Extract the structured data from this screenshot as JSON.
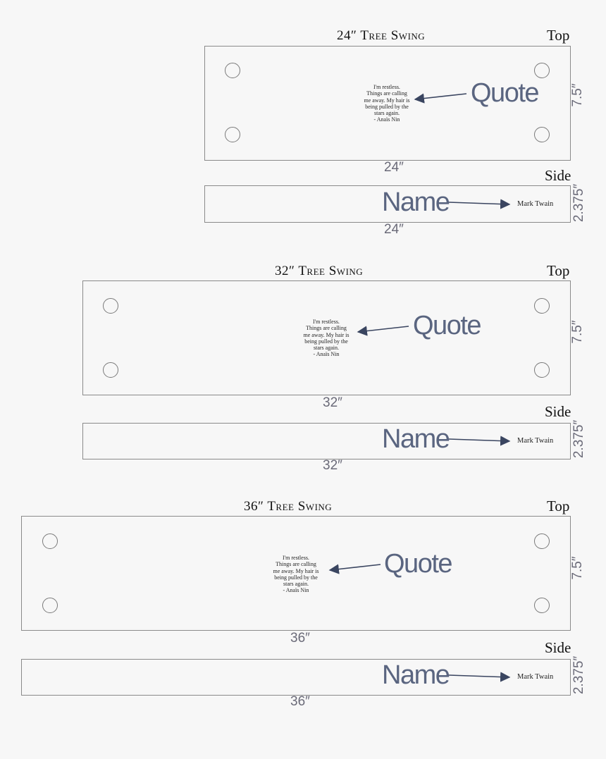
{
  "swings": [
    {
      "title": "24″ Tree Swing",
      "top_label": "Top",
      "side_label": "Side",
      "quote_callout": "Quote",
      "name_callout": "Name",
      "quote_lines": [
        "I'm restless.",
        "Things are calling",
        "me away. My hair is",
        "being pulled by the",
        "stars again.",
        "- Anaïs Nin"
      ],
      "name_text": "Mark Twain",
      "width_dim_top": "24″",
      "width_dim_side": "24″",
      "height_dim_top": "7.5″",
      "height_dim_side": "2.375″"
    },
    {
      "title": "32″ Tree Swing",
      "top_label": "Top",
      "side_label": "Side",
      "quote_callout": "Quote",
      "name_callout": "Name",
      "quote_lines": [
        "I'm restless.",
        "Things are calling",
        "me away. My hair is",
        "being pulled by the",
        "stars again.",
        "- Anaïs Nin"
      ],
      "name_text": "Mark Twain",
      "width_dim_top": "32″",
      "width_dim_side": "32″",
      "height_dim_top": "7.5″",
      "height_dim_side": "2.375″"
    },
    {
      "title": "36″ Tree Swing",
      "top_label": "Top",
      "side_label": "Side",
      "quote_callout": "Quote",
      "name_callout": "Name",
      "quote_lines": [
        "I'm restless.",
        "Things are calling",
        "me away. My hair is",
        "being pulled by the",
        "stars again.",
        "- Anaïs Nin"
      ],
      "name_text": "Mark Twain",
      "width_dim_top": "36″",
      "width_dim_side": "36″",
      "height_dim_top": "7.5″",
      "height_dim_side": "2.375″"
    }
  ],
  "colors": {
    "outline": "#8a8a8a",
    "callout": "#5a6580",
    "arrow": "#3a4560",
    "dimension": "#6a6a78"
  }
}
